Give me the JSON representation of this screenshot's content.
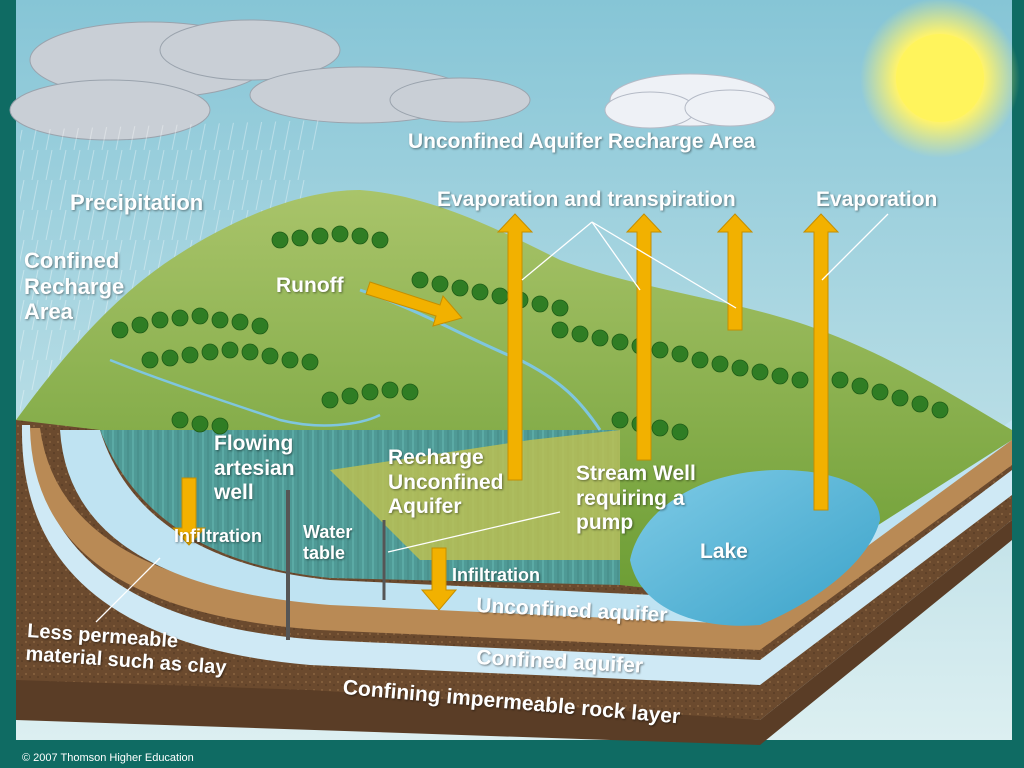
{
  "labels": {
    "unconfined_recharge_area": "Unconfined Aquifer Recharge Area",
    "precipitation": "Precipitation",
    "evaporation_transpiration": "Evaporation and transpiration",
    "evaporation": "Evaporation",
    "confined_recharge_area": "Confined\nRecharge\nArea",
    "runoff": "Runoff",
    "flowing_artesian_well": "Flowing\nartesian\nwell",
    "recharge_unconfined_aquifer": "Recharge\nUnconfined\nAquifer",
    "stream_well": "Stream Well\nrequiring a\npump",
    "infiltration_left": "Infiltration",
    "water_table": "Water\ntable",
    "infiltration_center": "Infiltration",
    "lake": "Lake",
    "unconfined_aquifer": "Unconfined aquifer",
    "less_permeable": "Less permeable\nmaterial such as clay",
    "confined_aquifer": "Confined aquifer",
    "confining_layer": "Confining impermeable rock layer"
  },
  "credit": "© 2007 Thomson Higher Education",
  "colors": {
    "arrow": "#f2b100",
    "sky_top": "#8ec9d9",
    "sky_bottom": "#d6ecef",
    "aquifer": "#cfe9f5",
    "soil": "#6b4a2e",
    "lake": "#5cb8d8",
    "grass": "#7fae3e",
    "frame": "#0f6b63"
  },
  "icons": [
    "cloud-icon",
    "sun-icon",
    "tree-icon",
    "well-icon",
    "arrow-icon"
  ]
}
